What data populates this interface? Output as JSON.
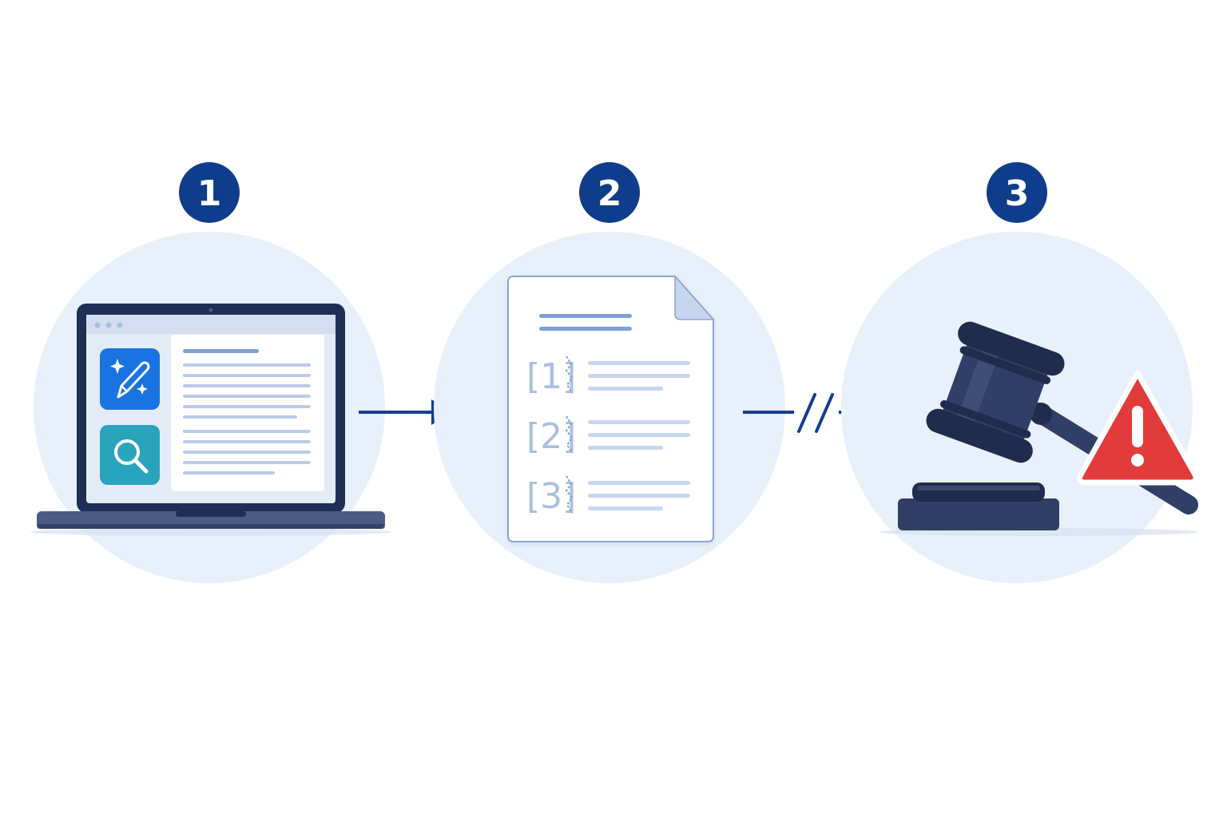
{
  "colors": {
    "circle_bg": "#e8f0fb",
    "badge": "#0f3d8c",
    "arrow": "#133f91",
    "laptop_frame": "#1e2f55",
    "laptop_base": "#4b5c82",
    "screen_bg": "#e3ebf7",
    "text_line": "#b9cbe8",
    "heading_line": "#7da0d6",
    "app_blue": "#1a73e3",
    "app_teal": "#2aa3bd",
    "paper_border": "#8aa4cf",
    "gavel": "#2f3f66",
    "gavel_dark": "#1f2d4d",
    "warning_red": "#e23b3b"
  },
  "steps": [
    {
      "number": "1",
      "icon": "laptop-ai-search-icon"
    },
    {
      "number": "2",
      "icon": "document-broken-citations-icon"
    },
    {
      "number": "3",
      "icon": "gavel-warning-icon"
    }
  ],
  "citations": [
    "[1]",
    "[2]",
    "[3]"
  ],
  "app_icons": [
    "ai-pen-sparkle-icon",
    "search-icon"
  ],
  "connectors": [
    {
      "from": 1,
      "to": 2,
      "style": "solid-arrow"
    },
    {
      "from": 2,
      "to": 3,
      "style": "broken-arrow"
    }
  ]
}
